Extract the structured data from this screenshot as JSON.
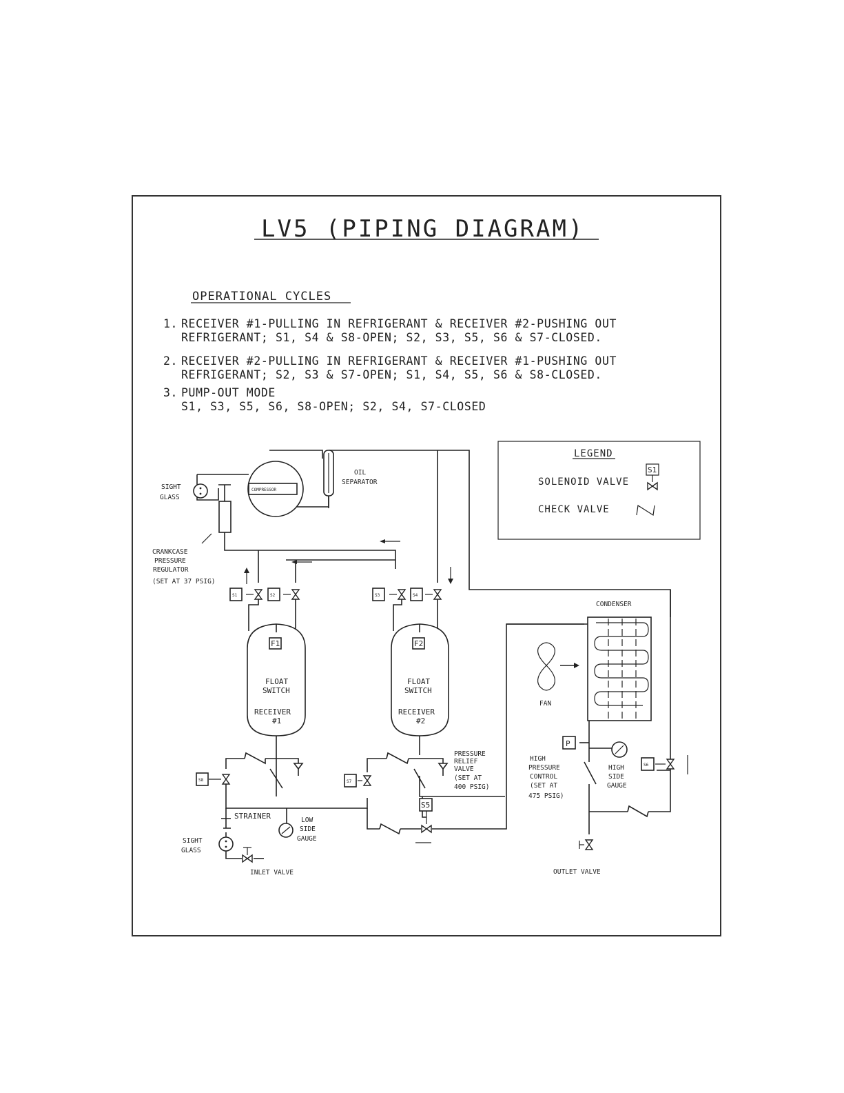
{
  "title": "LV5 (PIPING DIAGRAM)",
  "cycles_heading": "OPERATIONAL CYCLES",
  "cycles": [
    {
      "num": "1.",
      "line1": "RECEIVER #1-PULLING IN REFRIGERANT & RECEIVER #2-PUSHING OUT",
      "line2": "REFRIGERANT; S1, S4 & S8-OPEN; S2, S3, S5, S6 & S7-CLOSED."
    },
    {
      "num": "2.",
      "line1": "RECEIVER #2-PULLING IN REFRIGERANT & RECEIVER #1-PUSHING OUT",
      "line2": "REFRIGERANT; S2, S3 & S7-OPEN; S1, S4, S5, S6 & S8-CLOSED."
    },
    {
      "num": "3.",
      "line1": "PUMP-OUT MODE",
      "line2": "S1, S3, S5, S6, S8-OPEN; S2, S4, S7-CLOSED"
    }
  ],
  "legend": {
    "title": "LEGEND",
    "solenoid_label": "SOLENOID VALVE",
    "check_label": "CHECK VALVE",
    "solenoid_tag": "S1"
  },
  "components": {
    "sight_glass_top": [
      "SIGHT",
      "GLASS"
    ],
    "compressor": "COMPRESSOR",
    "oil_separator": [
      "OIL",
      "SEPARATOR"
    ],
    "crankcase": [
      "CRANKCASE",
      "PRESSURE",
      "REGULATOR",
      "(SET AT 37 PSIG)"
    ],
    "receiver1": {
      "float_tag": "F1",
      "float": [
        "FLOAT",
        "SWITCH"
      ],
      "name": [
        "RECEIVER",
        "#1"
      ]
    },
    "receiver2": {
      "float_tag": "F2",
      "float": [
        "FLOAT",
        "SWITCH"
      ],
      "name": [
        "RECEIVER",
        "#2"
      ]
    },
    "pressure_relief": [
      "PRESSURE",
      "RELIEF",
      "VALVE",
      "(SET AT",
      "400 PSIG)"
    ],
    "condenser": "CONDENSER",
    "fan": "FAN",
    "hp_control_tag": "P",
    "hp_control": [
      "HIGH",
      "PRESSURE",
      "CONTROL",
      "(SET AT",
      "475 PSIG)"
    ],
    "high_side_gauge": [
      "HIGH",
      "SIDE",
      "GAUGE"
    ],
    "strainer": "STRAINER",
    "low_side_gauge": [
      "LOW",
      "SIDE",
      "GAUGE"
    ],
    "sight_glass_bottom": [
      "SIGHT",
      "GLASS"
    ],
    "inlet_valve": "INLET VALVE",
    "outlet_valve": "OUTLET VALVE"
  },
  "solenoid_tags": [
    "S1",
    "S2",
    "S3",
    "S4",
    "S5",
    "S6",
    "S7",
    "S8"
  ]
}
